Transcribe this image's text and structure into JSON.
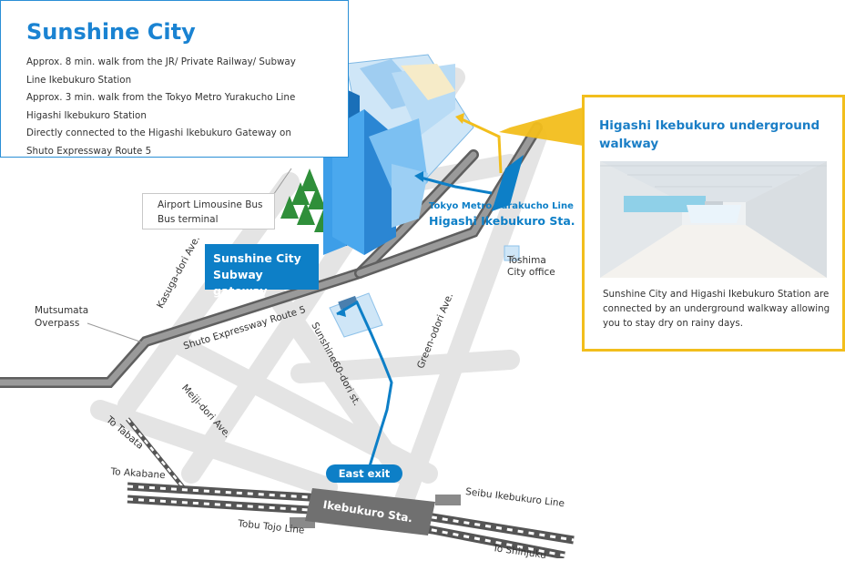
{
  "info": {
    "title": "Sunshine City",
    "lines": [
      "Approx. 8 min. walk from the JR/ Private Railway/ Subway",
      "Line Ikebukuro Station",
      "Approx. 3 min. walk from the Tokyo Metro Yurakucho Line",
      "Higashi Ikebukuro Station",
      "Directly connected to the Higashi Ikebukuro Gateway on",
      "Shuto Expressway Route 5"
    ]
  },
  "walkway": {
    "title": "Higashi Ikebukuro underground walkway",
    "description": "Sunshine City and Higashi Ikebukuro Station are connected by an underground walkway allowing you to stay dry on rainy days."
  },
  "labels": {
    "airport_bus_line1": "Airport Limousine Bus",
    "airport_bus_line2": "Bus terminal",
    "subway_gateway_line1": "Sunshine City",
    "subway_gateway_line2": "Subway gateway",
    "yurakucho_line": "Tokyo Metro Yurakucho Line",
    "higashi_sta": "Higashi Ikebukuro Sta.",
    "toshima_line1": "Toshima",
    "toshima_line2": "City office",
    "mutsumata_line1": "Mutsumata",
    "mutsumata_line2": "Overpass",
    "kasuga": "Kasuga-dori Ave.",
    "shuto": "Shuto Expressway Route 5",
    "sunshine60": "Sunshine60-dori st.",
    "green": "Green-odori Ave.",
    "meiji": "Meiji-dori Ave.",
    "to_tabata": "To Tabata",
    "to_akabane": "To Akabane",
    "east_exit": "East exit",
    "ikebukuro_sta": "Ikebukuro Sta.",
    "seibu": "Seibu Ikebukuro Line",
    "tobu": "Tobu Tojo Line",
    "to_shinjuku": "To Shinjuku"
  },
  "colors": {
    "route_blue": "#0d7fc7",
    "callout_yellow": "#f2be1c",
    "road_gray": "#e3e3e3",
    "expressway_gray": "#666666"
  }
}
